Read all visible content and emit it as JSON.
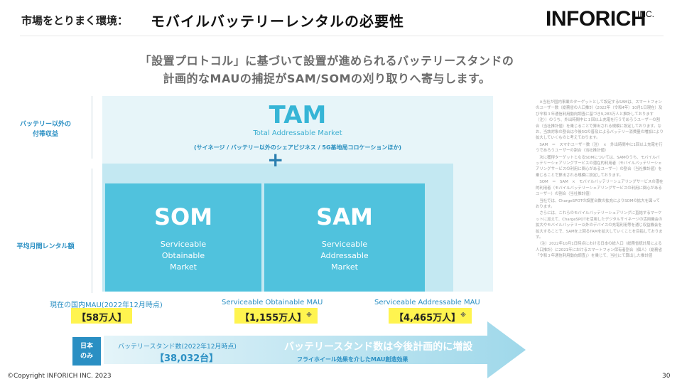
{
  "header": {
    "section": "市場をとりまく環境：",
    "title": "モバイルバッテリーレンタルの必要性",
    "logo": "INFORICH",
    "logo_suffix": "INC."
  },
  "lead": {
    "line1": "「設置プロトコル」に基づいて設置が進められるバッテリースタンドの",
    "line2": "計画的なMAUの捕捉がSAM/SOMの刈り取りへ寄与します。"
  },
  "side_labels": {
    "top_line1": "バッテリー以外の",
    "top_line2": "付帯収益",
    "bottom": "平均月間レンタル額"
  },
  "tam": {
    "title": "TAM",
    "subtitle": "Total Addressable Market",
    "note": "(サイネージ / バッテリー以外のシェアビジネス / 5G基地局コロケーションほか)",
    "plus": "+"
  },
  "som": {
    "title": "SOM",
    "line1": "Serviceable",
    "line2": "Obtainable",
    "line3": "Market"
  },
  "sam": {
    "title": "SAM",
    "line1": "Serviceable",
    "line2": "Addressable",
    "line3": "Market"
  },
  "metrics": [
    {
      "label": "現在の国内MAU(2022年12月時点)",
      "value": "【58万人】",
      "mark": ""
    },
    {
      "label": "Serviceable Obtainable MAU",
      "value": "【1,155万人】",
      "mark": "※"
    },
    {
      "label": "Serviceable Addressable MAU",
      "value": "【4,465万人】",
      "mark": "※"
    }
  ],
  "bottom": {
    "badge_line1": "日本",
    "badge_line2": "のみ",
    "stand_label": "バッテリースタンド数(2022年12月時点)",
    "stand_value": "【38,032台】",
    "growth_title": "バッテリースタンド数は今後計画的に増設",
    "growth_sub": "フライホイール効果を介したMAU創造効果"
  },
  "footnote": [
    "　※当社が国内事業のターゲットとして設定するSAMは、スマートフォンのユーザー数（総務省の人口推計（2022年（令和4年）10月1日現在）及び令和３年通信利用動向調査に基づき9,283万人と推計しております（注））のうち、外出時間中に１回以上充電を行うであろうユーザーの割合（当社推計値）を乗じることで算出される規模に設定しております。なお、当該対象の割合は今後5Gの普及によるバッテリー消費量の増加により拡大していくものと考えております。",
    "　SAM　＝　スマホユーザー数（注）　×　外出時間中に1回以上充電を行うであろうユーザーの割合（当社推計値）",
    "　次に獲得ターゲットとなるSOMについては、SAMのうち、モバイルバッテリーシェアリングサービスの潜在的利用者（モバイルバッテリーシェアリングサービスの利用に関心があるユーザー）の割合（当社推計値）を乗じることで算出される規模に設定しております。",
    "　SOM　＝　SAM　×　モバイルバッテリーシェアリングサービスの潜在的利用者（モバイルバッテリーシェアリングサービスの利用に関心があるユーザー）の割合（当社推計値）",
    "　当社では、ChargeSPOTの設置台数の拡充によりSOMの拡大を図っております。",
    "　さらには、これらのモバイルバッテリーシェアリングに直結するマーケットに加えて、ChargeSPOTを活用したデジタルサイネージの活用機会の拡大やモバイルバッテリー以外のデバイスの充電利用等を通じ収益機会を拡大することで、SAMを上回るTAMを拡大していくことを目指しております。",
    "　（注）2022年10月1日時点における日本の総人口（総務省統計局による人口推計）に2021年におけるスマートフォン保有者割合（個人）（総務省「令和３年通信利用動向調査」）を乗じて、当社にて算出した推計値"
  ],
  "footer": {
    "copyright": "©Copyright INFORICH INC. 2023",
    "page": "30"
  },
  "colors": {
    "accent_blue": "#2a8fc3",
    "tam_bg": "#e7f5f9",
    "inner_bg": "#c3e8f2",
    "box_blue": "#50c2dd",
    "highlight_yellow": "#fff44f"
  }
}
